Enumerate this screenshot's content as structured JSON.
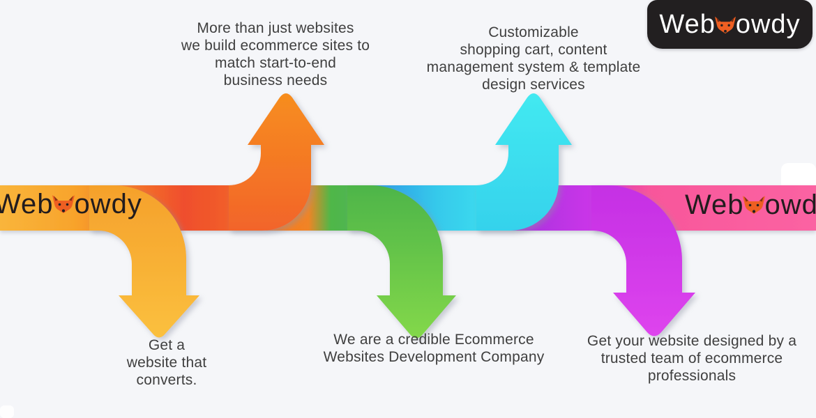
{
  "page": {
    "background_color": "#F5F6F9"
  },
  "brand": {
    "full_name": "Webrowdy",
    "prefix": "Web",
    "suffix": "owdy"
  },
  "logo_badge": {
    "background": "#221F20",
    "text_color": "#FFFFFF",
    "fox_color": "#EE5F22"
  },
  "ribbon": {
    "left_watermark": "Webrowdy",
    "right_watermark": "Webrowdy",
    "segment_colors": [
      "#F9B53B",
      "#EF4E2D",
      "#F47B20",
      "#50B748",
      "#2E9FE6",
      "#3CDDEF",
      "#A832DE",
      "#C935E8",
      "#F8579B"
    ]
  },
  "arrows": [
    {
      "id": "yellow-down",
      "direction": "down",
      "color": "#FBC13F"
    },
    {
      "id": "orange-up",
      "direction": "up",
      "color": "#F78F1E"
    },
    {
      "id": "green-down",
      "direction": "down",
      "color": "#85D94B"
    },
    {
      "id": "cyan-up",
      "direction": "up",
      "color": "#43EAF1"
    },
    {
      "id": "magenta-down",
      "direction": "down",
      "color": "#DF45EE"
    }
  ],
  "annotations": {
    "top_left": {
      "lines": [
        "More than just websites",
        "we build ecommerce sites to",
        "match start-to-end",
        "business needs"
      ]
    },
    "top_right": {
      "lines": [
        "Customizable",
        "shopping cart, content",
        "management system & template",
        "design services"
      ]
    },
    "bottom_left": {
      "lines": [
        "Get a",
        "website that",
        "converts."
      ]
    },
    "bottom_center": {
      "lines": [
        "We are a credible Ecommerce",
        "Websites Development Company"
      ]
    },
    "bottom_right": {
      "lines": [
        "Get your website designed by a",
        "trusted team of ecommerce",
        "professionals"
      ]
    }
  }
}
